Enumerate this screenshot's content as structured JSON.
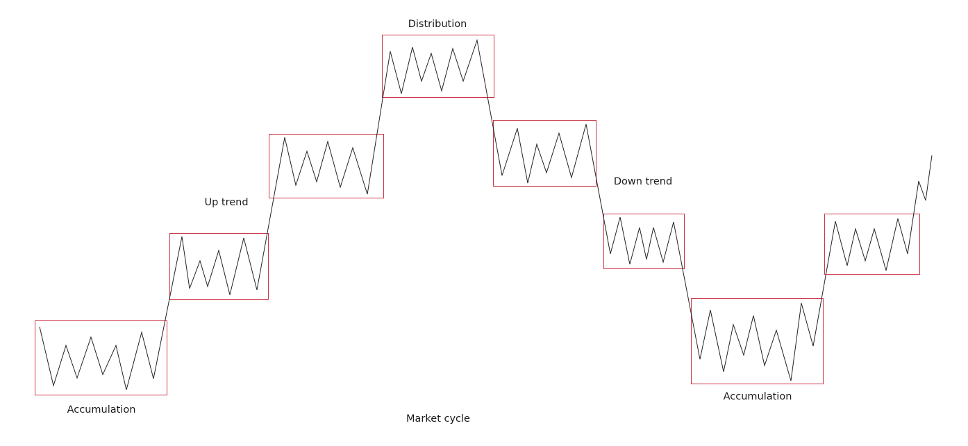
{
  "labels": {
    "accumulation_left": "Accumulation",
    "up_trend": "Up trend",
    "distribution": "Distribution",
    "down_trend": "Down trend",
    "accumulation_right": "Accumulation",
    "caption": "Market cycle"
  },
  "colors": {
    "box_stroke": "#cc3344",
    "line_stroke": "#222222",
    "background": "#ffffff"
  }
}
